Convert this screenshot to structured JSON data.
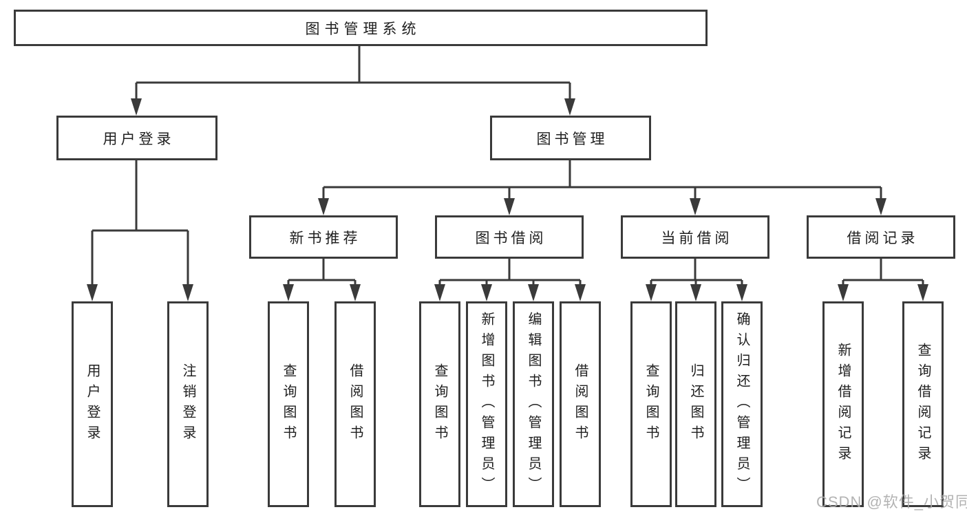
{
  "tree": {
    "root": {
      "label": "图书管理系统"
    },
    "branches": [
      {
        "label": "用户登录",
        "children": [
          {
            "label": "用户登录"
          },
          {
            "label": "注销登录"
          }
        ]
      },
      {
        "label": "图书管理",
        "children": [
          {
            "label": "新书推荐",
            "children": [
              {
                "label": "查询图书"
              },
              {
                "label": "借阅图书"
              }
            ]
          },
          {
            "label": "图书借阅",
            "children": [
              {
                "label": "查询图书"
              },
              {
                "label": "新增图书（管理员）"
              },
              {
                "label": "编辑图书（管理员）"
              },
              {
                "label": "借阅图书"
              }
            ]
          },
          {
            "label": "当前借阅",
            "children": [
              {
                "label": "查询图书"
              },
              {
                "label": "归还图书"
              },
              {
                "label": "确认归还（管理员）"
              }
            ]
          },
          {
            "label": "借阅记录",
            "children": [
              {
                "label": "新增借阅记录"
              },
              {
                "label": "查询借阅记录"
              }
            ]
          }
        ]
      }
    ]
  },
  "watermark": {
    "label": "CSDN @软件_小贺同学"
  },
  "colors": {
    "line": "#3a3a3a",
    "text": "#1f1f1f",
    "background": "#ffffff",
    "watermark": "#ababab"
  }
}
